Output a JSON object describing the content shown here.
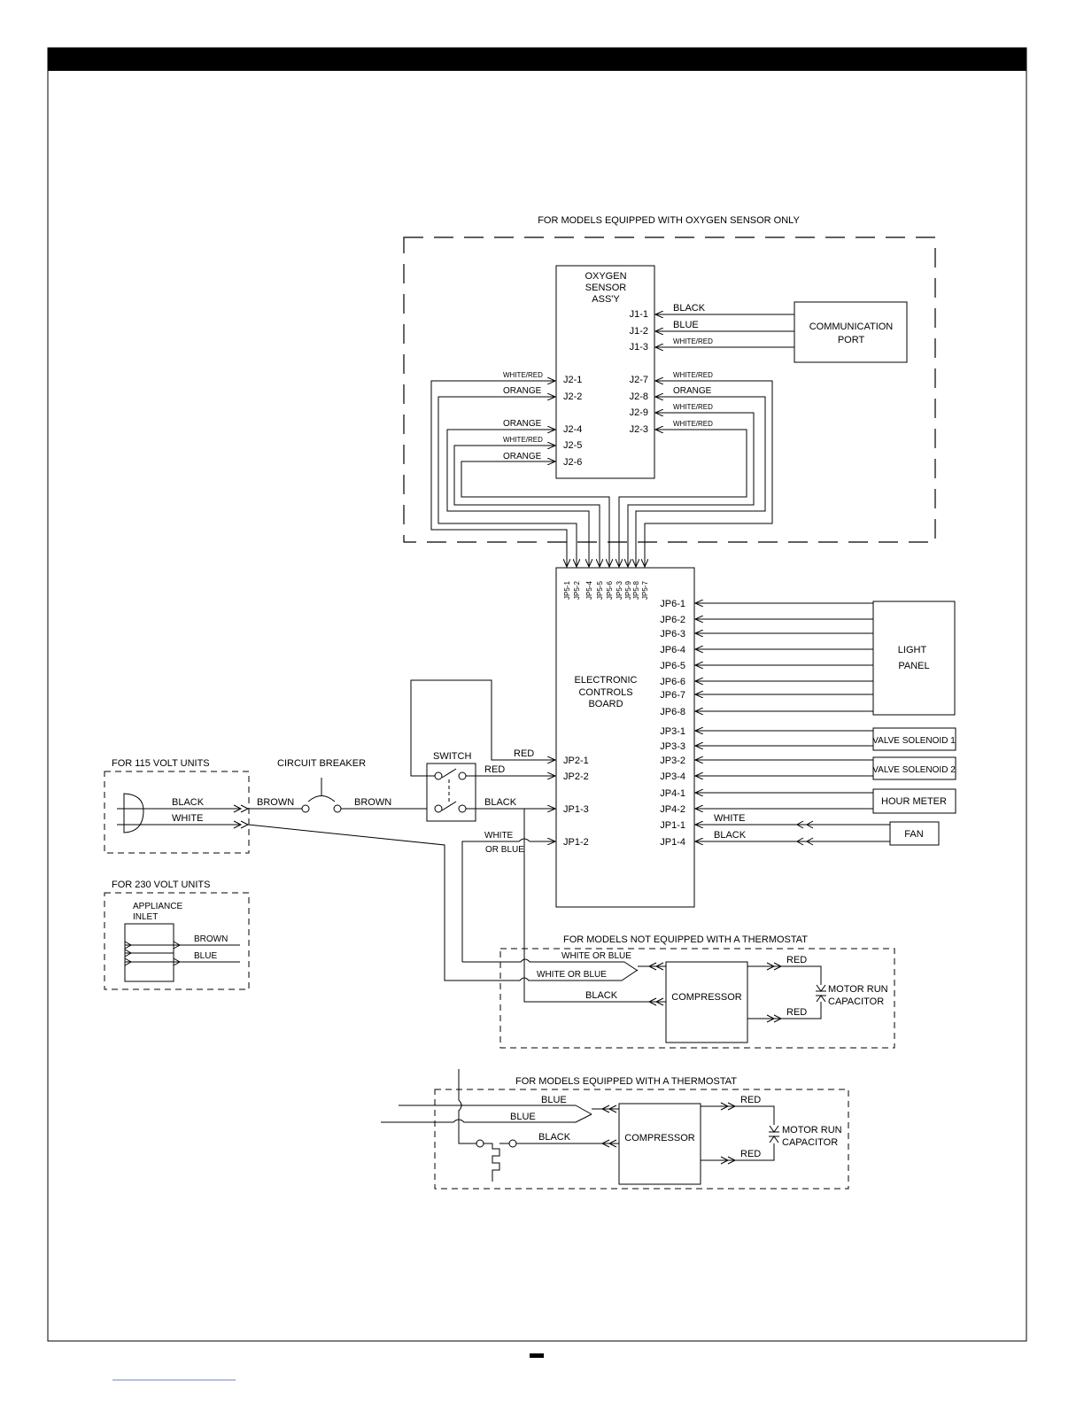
{
  "oxygen_section": {
    "title": "FOR MODELS EQUIPPED WITH OXYGEN SENSOR ONLY",
    "sensor_line1": "OXYGEN",
    "sensor_line2": "SENSOR",
    "sensor_line3": "ASS'Y",
    "j1_pins": [
      "J1-1",
      "J1-2",
      "J1-3"
    ],
    "j1_wires": [
      "BLACK",
      "BLUE",
      "WHITE/RED"
    ],
    "comm_line1": "COMMUNICATION",
    "comm_line2": "PORT",
    "j2_left_pins": [
      "J2-1",
      "J2-2",
      "J2-4",
      "J2-5",
      "J2-6"
    ],
    "j2_left_wires": [
      "WHITE/RED",
      "ORANGE",
      "ORANGE",
      "WHITE/RED",
      "ORANGE"
    ],
    "j2_right_pins": [
      "J2-7",
      "J2-8",
      "J2-9",
      "J2-3"
    ],
    "j2_right_wires": [
      "WHITE/RED",
      "ORANGE",
      "WHITE/RED",
      "WHITE/RED"
    ]
  },
  "board": {
    "line1": "ELECTRONIC",
    "line2": "CONTROLS",
    "line3": "BOARD",
    "jp5_pins": [
      "JP5-1",
      "JP5-2",
      "JP5-4",
      "JP5-5",
      "JP5-6",
      "JP5-3",
      "JP5-9",
      "JP5-8",
      "JP5-7"
    ],
    "jp6_pins": [
      "JP6-1",
      "JP6-2",
      "JP6-3",
      "JP6-4",
      "JP6-5",
      "JP6-6",
      "JP6-7",
      "JP6-8"
    ],
    "jp3_pins": [
      "JP3-1",
      "JP3-3",
      "JP3-2",
      "JP3-4"
    ],
    "jp4_pins": [
      "JP4-1",
      "JP4-2"
    ],
    "jp1_right_pins": [
      "JP1-1",
      "JP1-4"
    ],
    "left_pins": [
      "JP2-1",
      "JP2-2",
      "JP1-3",
      "JP1-2"
    ]
  },
  "right_devices": {
    "light_line1": "LIGHT",
    "light_line2": "PANEL",
    "valve1": "VALVE SOLENOID 1",
    "valve2": "VALVE SOLENOID 2",
    "hour_meter": "HOUR METER",
    "fan": "FAN",
    "fan_wire1": "WHITE",
    "fan_wire2": "BLACK"
  },
  "power": {
    "v115_title": "FOR 115 VOLT UNITS",
    "black": "BLACK",
    "white": "WHITE",
    "brown": "BROWN",
    "circuit_breaker": "CIRCUIT BREAKER",
    "switch": "SWITCH",
    "red": "RED",
    "white_or": "WHITE",
    "or_blue": "OR BLUE",
    "v230_title": "FOR 230 VOLT UNITS",
    "inlet_line1": "APPLIANCE",
    "inlet_line2": "INLET",
    "blue": "BLUE"
  },
  "no_thermostat": {
    "title": "FOR MODELS NOT EQUIPPED WITH A THERMOSTAT",
    "wire1": "WHITE OR BLUE",
    "wire2": "WHITE OR BLUE",
    "wire3": "BLACK",
    "compressor": "COMPRESSOR",
    "red": "RED",
    "cap_line1": "MOTOR RUN",
    "cap_line2": "CAPACITOR"
  },
  "thermostat": {
    "title": "FOR MODELS EQUIPPED WITH A THERMOSTAT",
    "wire1": "BLUE",
    "wire2": "BLUE",
    "wire3": "BLACK",
    "compressor": "COMPRESSOR",
    "red": "RED",
    "cap_line1": "MOTOR RUN",
    "cap_line2": "CAPACITOR"
  }
}
